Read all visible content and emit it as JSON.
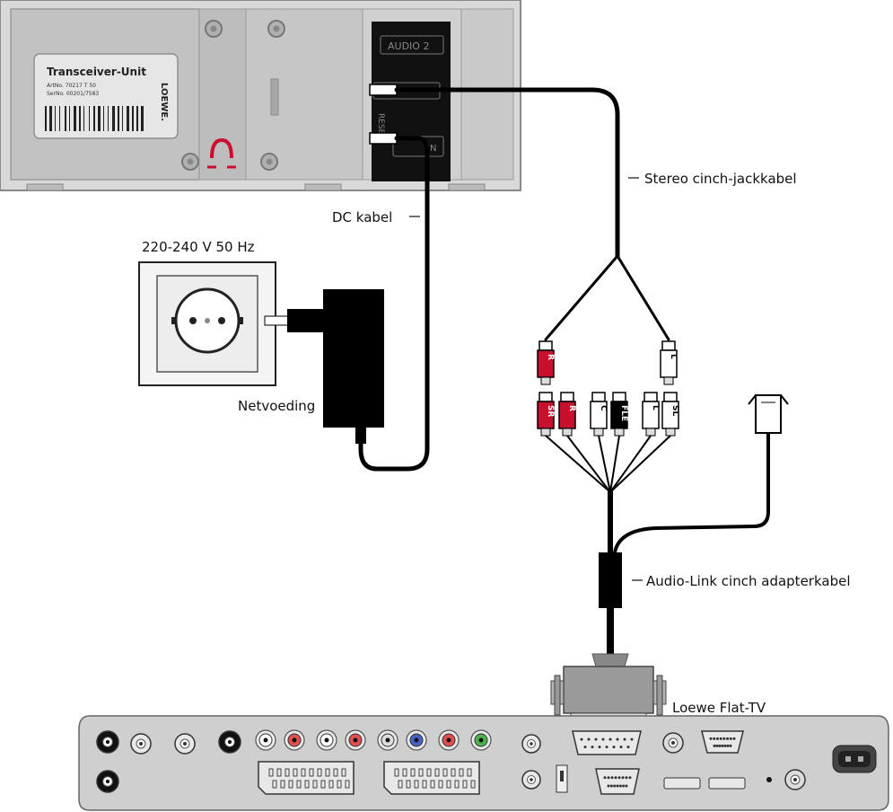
{
  "labels": {
    "stereo_cable": "Stereo cinch-jackkabel",
    "dc_cable": "DC kabel",
    "voltage": "220-240 V 50 Hz",
    "power_supply": "Netvoeding",
    "audio_link_cable": "Audio-Link cinch adapterkabel",
    "tv": "Loewe Flat-TV"
  },
  "transceiver": {
    "title": "Transceiver-Unit",
    "art_no": "ArtNo. 70217 T 50",
    "ser_no": "SerNo. 00201/7583",
    "brand": "LOEWE.",
    "port_audio2": "AUDIO 2",
    "port_dcin": "IN",
    "port_reset": "RESET"
  },
  "plugs": {
    "top_left": "R",
    "top_right": "L",
    "row": [
      "SR",
      "R",
      "C",
      "FLE",
      "L",
      "SL"
    ]
  },
  "colors": {
    "red": "#c8102e",
    "panel": "#c8c8c8",
    "cable": "#000000"
  }
}
